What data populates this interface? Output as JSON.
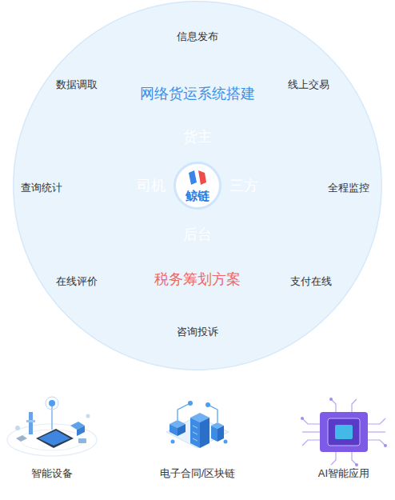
{
  "diagram": {
    "nodes": [
      {
        "text": [
          "信息发布",
          "数据调取",
          "线上交易",
          "查询统计",
          "全程监控",
          "在线评价",
          "支付在线",
          "咨询投诉"
        ]
      },
      {
        "text": [
          "网络货运系统搭建",
          "税务筹划方案"
        ],
        "in": 0
      },
      {
        "text": [
          "货主"
        ],
        "in": 1
      },
      {
        "text": [
          "司机"
        ],
        "in": 1
      },
      {
        "text": [
          "鲸链"
        ],
        "in": 1
      },
      {
        "text": [
          "三方"
        ],
        "in": 1
      },
      {
        "text": [
          "后台"
        ],
        "in": 1
      }
    ],
    "labels": [
      "智能设备",
      "电子合同/区块链",
      "AI智能应用"
    ]
  }
}
